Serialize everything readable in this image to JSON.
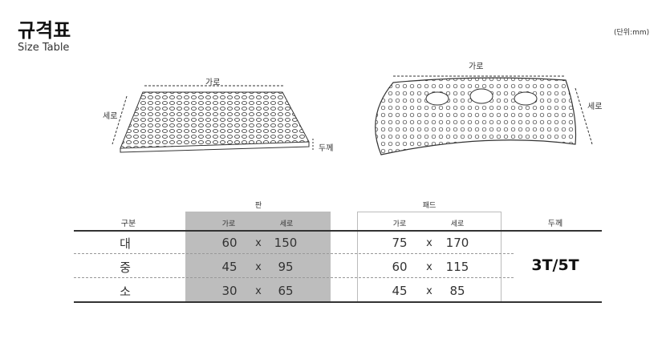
{
  "title": "규격표",
  "subtitle": "Size Table",
  "unit": "(단위:mm)",
  "illustration": {
    "left": {
      "width": "가로",
      "height": "세로",
      "thickness": "두께"
    },
    "right": {
      "width": "가로",
      "height": "세로"
    }
  },
  "table": {
    "group_panel": "판",
    "group_pad": "패드",
    "col_category": "구분",
    "col_thickness": "두께",
    "sub_width": "가로",
    "sub_height": "세로",
    "x": "x",
    "rows": [
      {
        "size": "대",
        "panel_w": "60",
        "panel_h": "150",
        "pad_w": "75",
        "pad_h": "170"
      },
      {
        "size": "중",
        "panel_w": "45",
        "panel_h": "95",
        "pad_w": "60",
        "pad_h": "115"
      },
      {
        "size": "소",
        "panel_w": "30",
        "panel_h": "65",
        "pad_w": "45",
        "pad_h": "85"
      }
    ],
    "thickness_value": "3T/5T"
  }
}
